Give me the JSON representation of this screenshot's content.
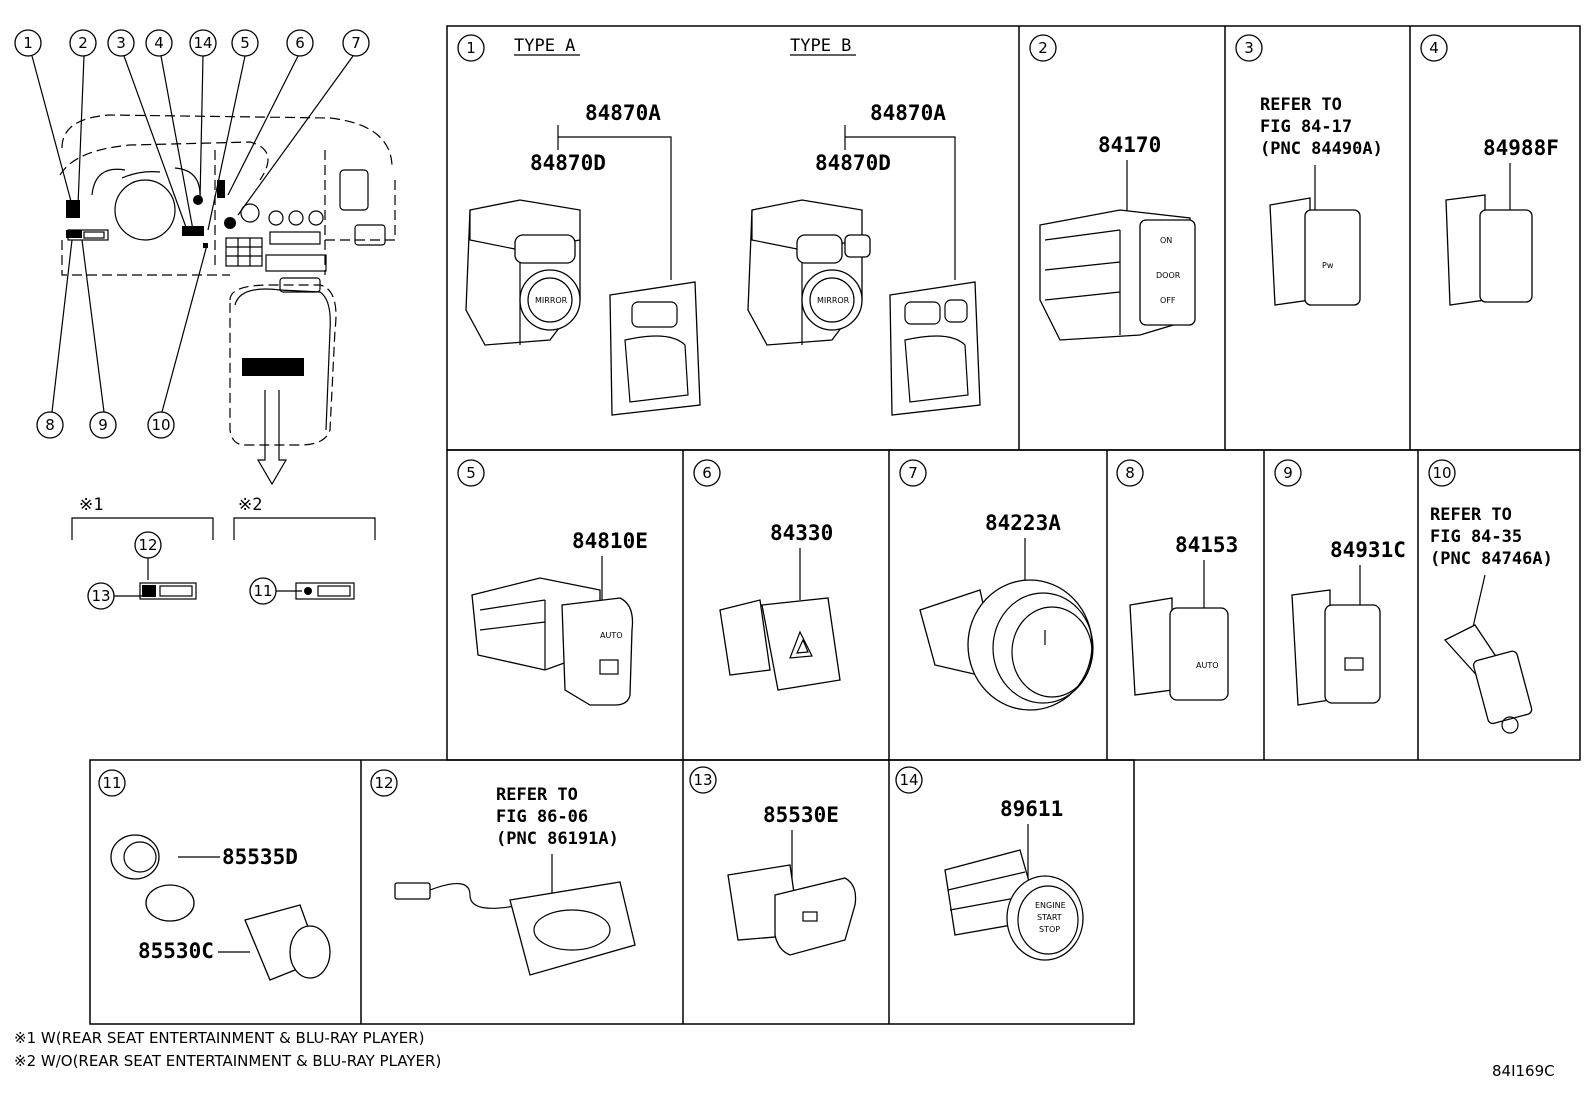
{
  "overview": {
    "callouts": [
      "1",
      "2",
      "3",
      "4",
      "14",
      "5",
      "6",
      "7",
      "8",
      "9",
      "10"
    ],
    "note1_mark": "※1",
    "note2_mark": "※2",
    "note1_callouts": [
      "12",
      "13"
    ],
    "note2_callouts": [
      "11"
    ]
  },
  "cells": {
    "c1": {
      "num": "1",
      "type_a": "TYPE A",
      "type_b": "TYPE B",
      "a_assy": "84870A",
      "a_sub": "84870D",
      "b_assy": "84870A",
      "b_sub": "84870D",
      "mirror_a": "MIRROR",
      "mirror_b": "MIRROR"
    },
    "c2": {
      "num": "2",
      "part": "84170",
      "on": "ON",
      "door": "DOOR",
      "off": "OFF"
    },
    "c3": {
      "num": "3",
      "ref1": "REFER TO",
      "ref2": "FIG 84-17",
      "ref3": "(PNC 84490A)"
    },
    "c4": {
      "num": "4",
      "part": "84988F"
    },
    "c5": {
      "num": "5",
      "part": "84810E",
      "auto": "AUTO"
    },
    "c6": {
      "num": "6",
      "part": "84330"
    },
    "c7": {
      "num": "7",
      "part": "84223A"
    },
    "c8": {
      "num": "8",
      "part": "84153",
      "auto": "AUTO"
    },
    "c9": {
      "num": "9",
      "part": "84931C"
    },
    "c10": {
      "num": "10",
      "ref1": "REFER TO",
      "ref2": "FIG 84-35",
      "ref3": "(PNC 84746A)"
    },
    "c11": {
      "num": "11",
      "part_a": "85535D",
      "part_b": "85530C"
    },
    "c12": {
      "num": "12",
      "ref1": "REFER TO",
      "ref2": "FIG 86-06",
      "ref3": "(PNC 86191A)"
    },
    "c13": {
      "num": "13",
      "part": "85530E"
    },
    "c14": {
      "num": "14",
      "part": "89611",
      "engine": "ENGINE",
      "start": "START",
      "stop": "STOP"
    }
  },
  "footnotes": {
    "note1": "※1 W(REAR SEAT ENTERTAINMENT & BLU-RAY PLAYER)",
    "note2": "※2 W/O(REAR SEAT ENTERTAINMENT & BLU-RAY PLAYER)"
  },
  "figure_code": "84I169C"
}
